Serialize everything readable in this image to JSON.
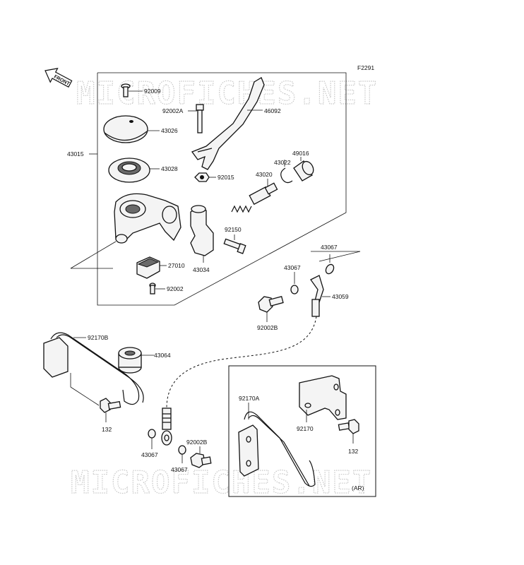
{
  "figure_code": "F2291",
  "watermark": "MICROFICHES.NET",
  "front_label": "FRONT",
  "ar_label": "(AR)",
  "labels": {
    "p92009": "92009",
    "p92002A": "92002A",
    "p46092": "46092",
    "p43026": "43026",
    "p43015": "43015",
    "p43028": "43028",
    "p92015": "92015",
    "p43020": "43020",
    "p43022": "43022",
    "p49016": "49016",
    "p92150": "92150",
    "p27010": "27010",
    "p43034": "43034",
    "p92002": "92002",
    "p43067a": "43067",
    "p43067b": "43067",
    "p43059": "43059",
    "p92002B": "92002B",
    "p92170B": "92170B",
    "p43064": "43064",
    "p132a": "132",
    "p43067c": "43067",
    "p92002Bb": "92002B",
    "p43067d": "43067",
    "p92170A": "92170A",
    "p92170": "92170",
    "p132b": "132"
  }
}
